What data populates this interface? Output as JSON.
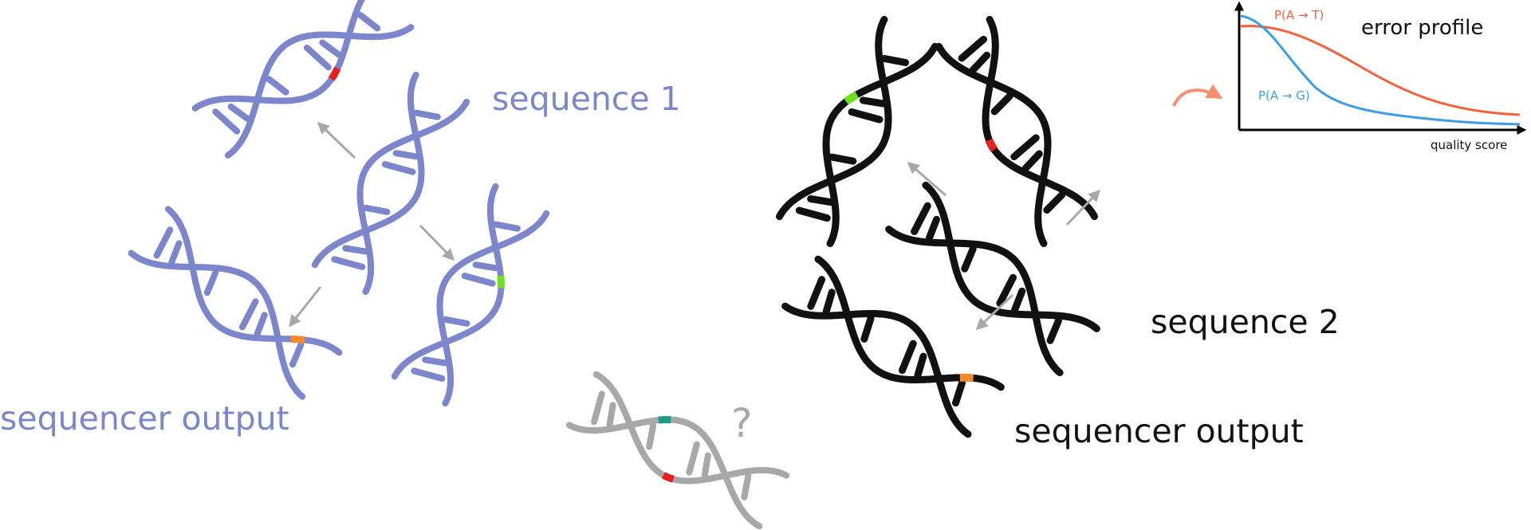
{
  "labels": {
    "sequence_1": "sequence 1",
    "sequencer_output_left": "sequencer output",
    "sequence_2": "sequence 2",
    "sequencer_output_right": "sequencer output",
    "question_mark": "?"
  },
  "error_profile": {
    "title": "error profile",
    "x_axis_label": "quality score",
    "series": [
      {
        "name": "P(A → T)",
        "color": "#f4603a"
      },
      {
        "name": "P(A → G)",
        "color": "#3b9ee8"
      }
    ]
  },
  "colors": {
    "helix_left": "#7b86cc",
    "helix_right": "#111111",
    "helix_query": "#a8a8a8",
    "arrow": "#a8a8a8",
    "mutation_red": "#e81f1f",
    "mutation_green": "#6ee01e",
    "mutation_orange": "#f58a2c",
    "mutation_teal": "#1b9c86",
    "curved_arrow": "#f4906e"
  }
}
